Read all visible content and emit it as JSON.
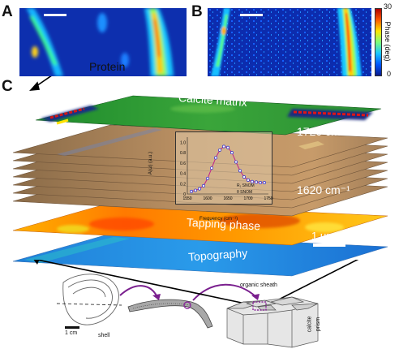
{
  "panels": {
    "a": {
      "letter": "A"
    },
    "b": {
      "letter": "B"
    },
    "c": {
      "letter": "C"
    }
  },
  "colorbar": {
    "max": "30",
    "min": "0",
    "title": "Phase (deg)",
    "colors": [
      "#0a1a8c",
      "#0057ff",
      "#19c7ff",
      "#7dff7a",
      "#ffe600",
      "#ff5a00",
      "#b00000"
    ]
  },
  "schematic": {
    "protein_label": "Protein",
    "calcite_label": "Calcite matrix",
    "wn_high": "1720 cm⁻¹",
    "wn_low": "1620 cm⁻¹",
    "tapping_label": "Tapping phase",
    "topography_label": "Topography",
    "scalebar": "1 μm"
  },
  "inset": {
    "ylabel": "A(ω) (a.u.)",
    "xlabel": "Frequency (cm⁻¹)",
    "legend_1": "R₁ SNOM",
    "legend_2": "θ SNOM",
    "x_ticks": [
      "1550",
      "1600",
      "1650",
      "1700",
      "1750"
    ],
    "y_ticks": [
      "0",
      "0.2",
      "0.4",
      "0.6",
      "0.8",
      "1.0"
    ]
  },
  "inset_data": {
    "type": "scatter",
    "x": [
      1560,
      1570,
      1580,
      1590,
      1600,
      1610,
      1620,
      1630,
      1640,
      1650,
      1660,
      1670,
      1680,
      1690,
      1700,
      1710,
      1720,
      1730,
      1740
    ],
    "y": [
      0.05,
      0.07,
      0.1,
      0.16,
      0.3,
      0.5,
      0.7,
      0.85,
      0.92,
      0.9,
      0.8,
      0.62,
      0.45,
      0.33,
      0.27,
      0.24,
      0.23,
      0.22,
      0.22
    ],
    "xlim": [
      1550,
      1750
    ],
    "ylim": [
      0,
      1.1
    ]
  },
  "bottom": {
    "scalebar": "1 cm",
    "shell_label": "shell",
    "sheath_label": "organic sheath",
    "prism_label_1": "calcite",
    "prism_label_2": "prism"
  }
}
